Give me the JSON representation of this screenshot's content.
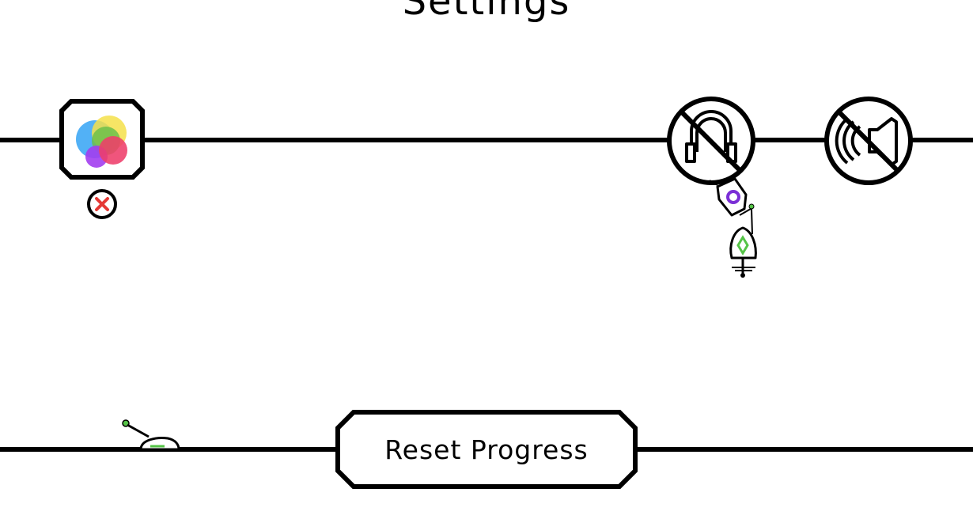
{
  "page": {
    "title": "Settings"
  },
  "game_center": {
    "icon": "game-center-icon",
    "status": "disconnected",
    "status_icon": "red-x-icon"
  },
  "music_toggle": {
    "icon": "headphones-icon",
    "state": "off"
  },
  "sound_toggle": {
    "icon": "speaker-icon",
    "state": "off"
  },
  "reset": {
    "label": "Reset Progress"
  },
  "colors": {
    "ink": "#000000",
    "background": "#ffffff",
    "status_red": "#e53935",
    "bug_purple": "#7b2fd6",
    "bug_green": "#55c447"
  }
}
